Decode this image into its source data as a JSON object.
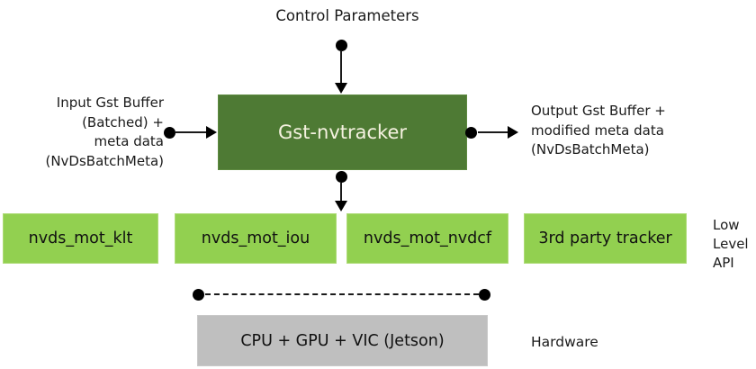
{
  "diagram": {
    "control_parameters_label": "Control Parameters",
    "plugin_box": {
      "label": "Gst-nvtracker"
    },
    "input_label": {
      "lines": [
        "Input Gst Buffer",
        "(Batched) +",
        "meta data",
        "(NvDsBatchMeta)"
      ]
    },
    "output_label": {
      "lines": [
        "Output Gst Buffer +",
        "modified meta data",
        "(NvDsBatchMeta)"
      ]
    },
    "low_level_trackers": [
      {
        "label": "nvds_mot_klt"
      },
      {
        "label": "nvds_mot_iou"
      },
      {
        "label": "nvds_mot_nvdcf"
      },
      {
        "label": "3rd party tracker"
      }
    ],
    "low_level_api_label": {
      "lines": [
        "Low",
        "Level",
        "API"
      ]
    },
    "hardware_box": {
      "label": "CPU + GPU + VIC (Jetson)"
    },
    "hardware_label": "Hardware",
    "colors": {
      "plugin_box_bg": "#4e7a34",
      "plugin_box_text": "#f5f2e0",
      "tracker_box_bg": "#92d050",
      "hardware_box_bg": "#bfbfbf",
      "connector": "#000000",
      "text": "#1a1a1a"
    }
  }
}
